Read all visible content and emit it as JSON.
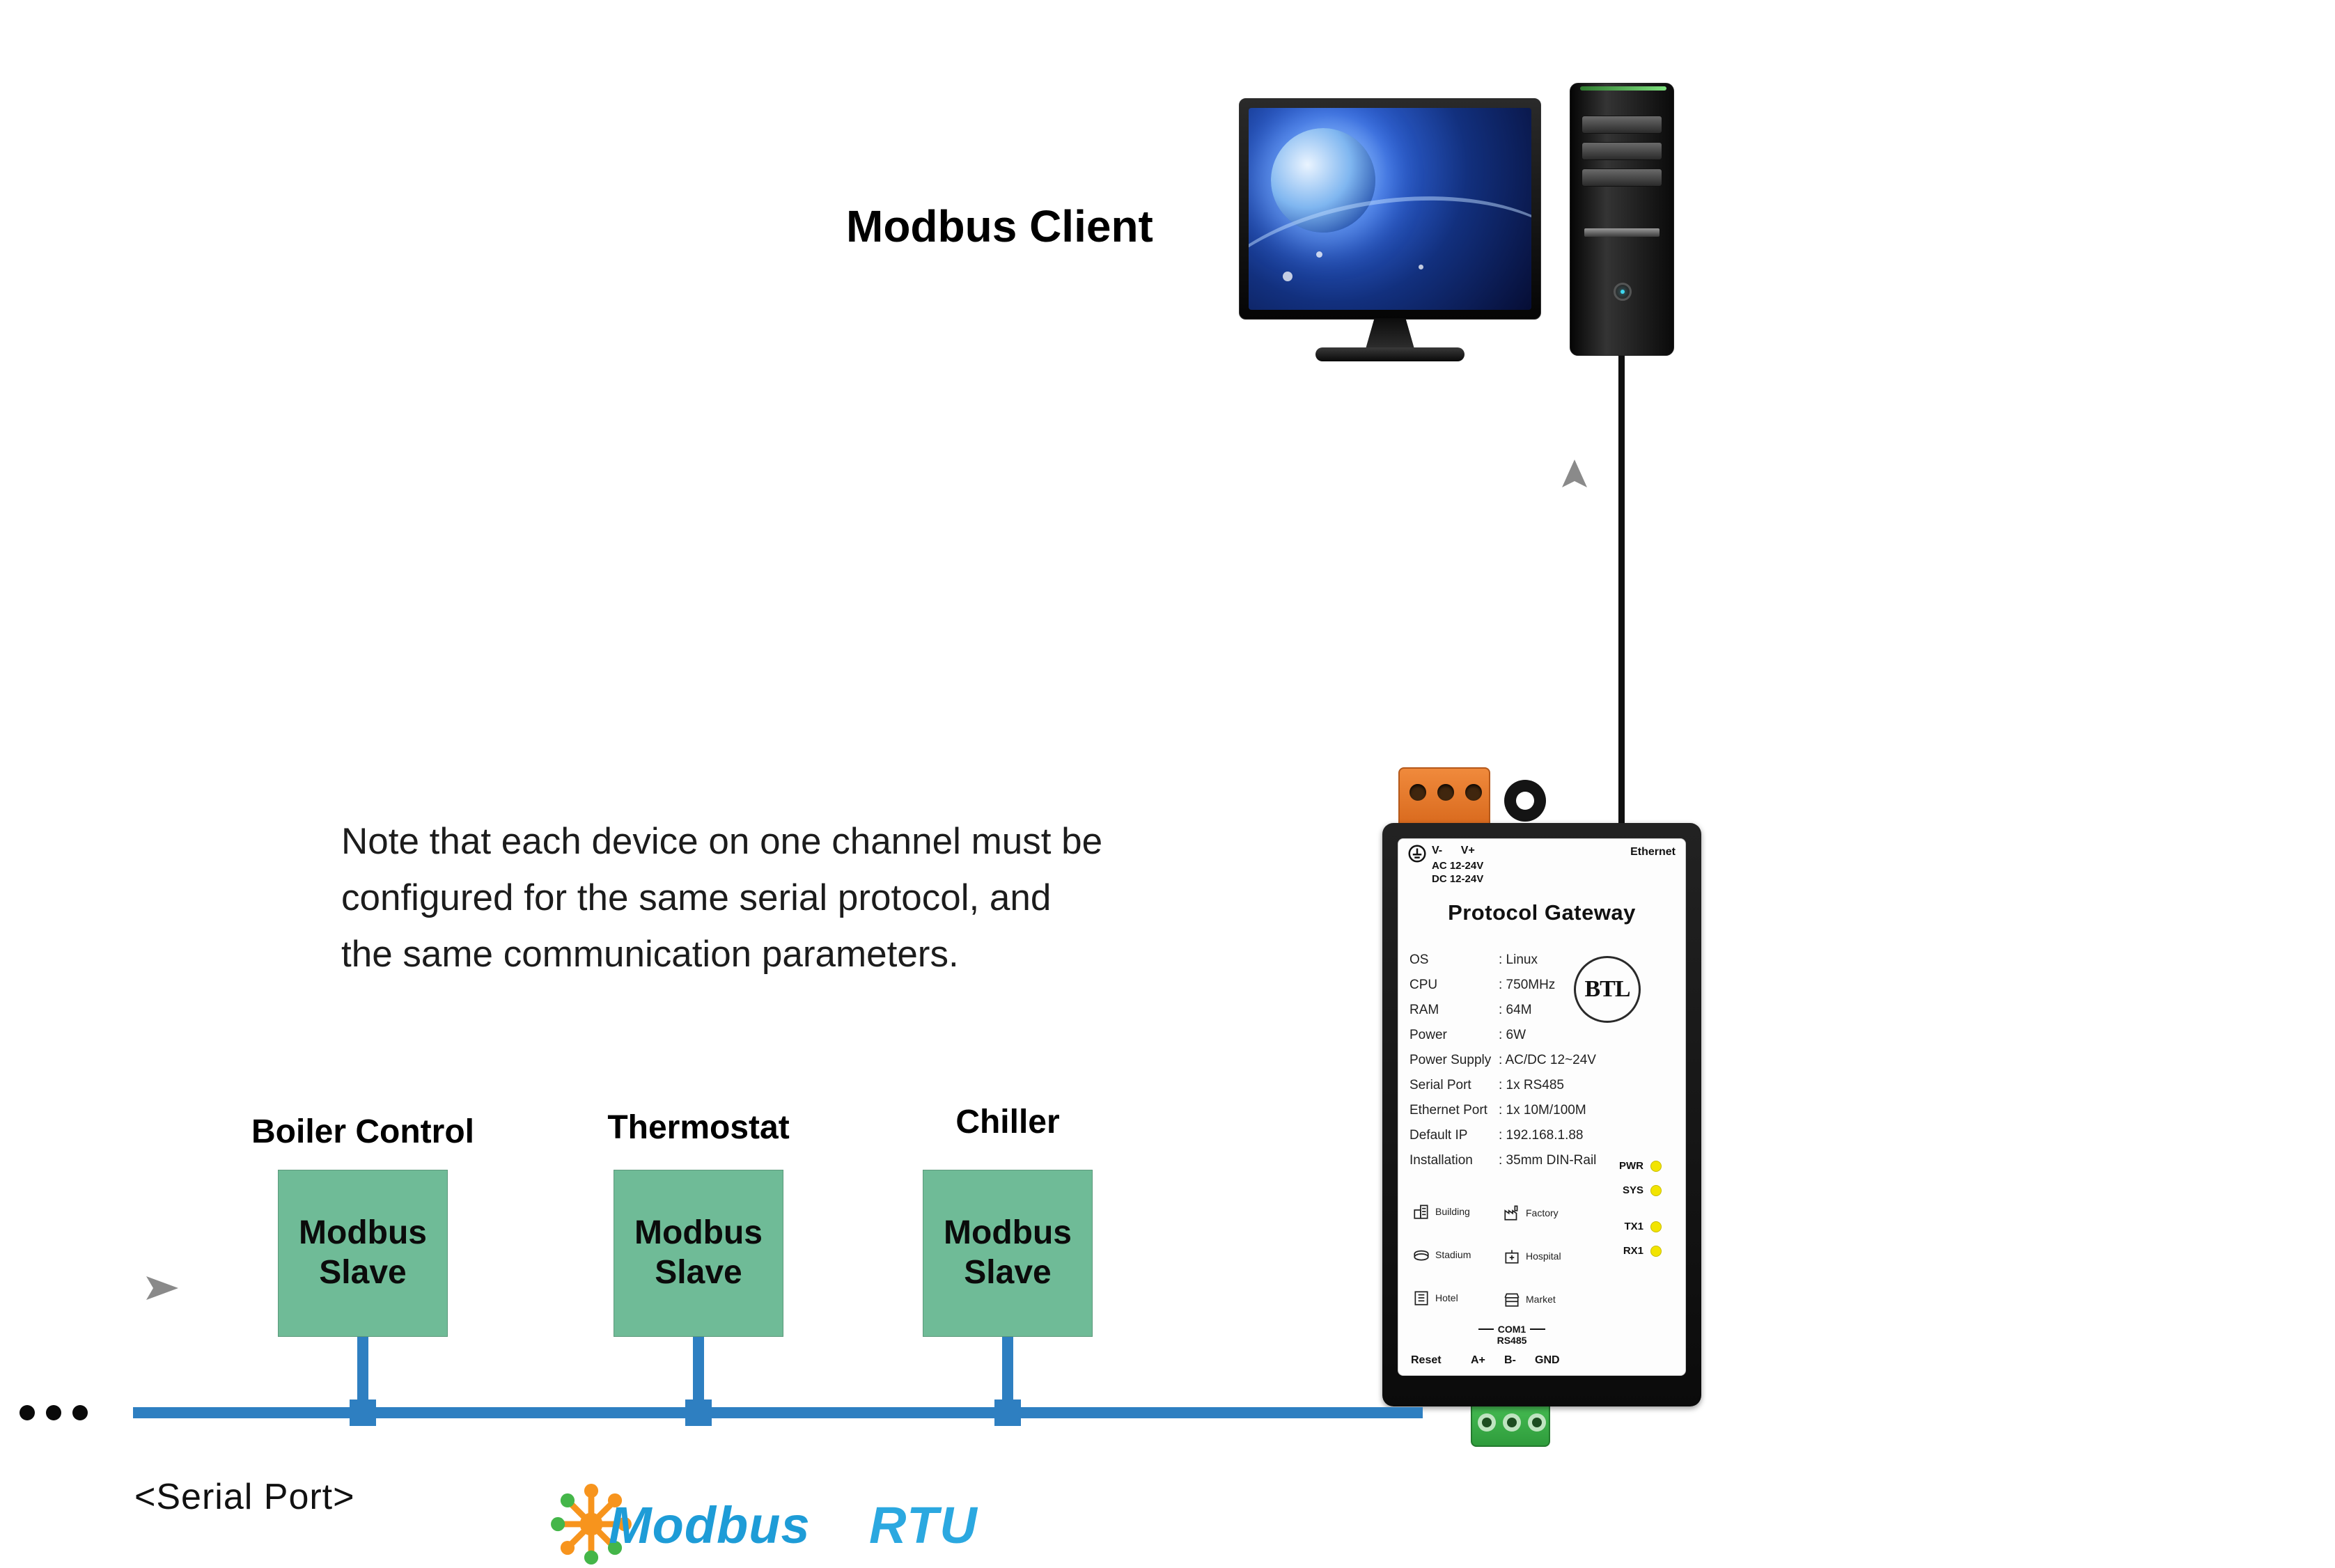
{
  "client": {
    "label": "Modbus Client"
  },
  "note": {
    "lines": [
      "Note that each device on one channel must be",
      "configured for the same serial protocol, and",
      "the same communication parameters."
    ]
  },
  "devices": [
    {
      "title": "Boiler Control",
      "label": "Modbus Slave"
    },
    {
      "title": "Thermostat",
      "label": "Modbus Slave"
    },
    {
      "title": "Chiller",
      "label": "Modbus Slave"
    }
  ],
  "bus": {
    "serial_port_label": "<Serial Port>",
    "dots": "continuation"
  },
  "logo": {
    "modbus": "Modbus",
    "rtu": "RTU"
  },
  "gateway": {
    "terminal_top": "V-      V+",
    "ac": "AC 12-24V",
    "dc": "DC 12-24V",
    "ethernet": "Ethernet",
    "title": "Protocol Gateway",
    "specs": [
      {
        "key": "OS",
        "value": ": Linux"
      },
      {
        "key": "CPU",
        "value": ": 750MHz"
      },
      {
        "key": "RAM",
        "value": ": 64M"
      },
      {
        "key": "Power",
        "value": ": 6W"
      },
      {
        "key": "Power Supply",
        "value": ": AC/DC 12~24V"
      },
      {
        "key": "Serial Port",
        "value": ": 1x RS485"
      },
      {
        "key": "Ethernet Port",
        "value": ": 1x 10M/100M"
      },
      {
        "key": "Default IP",
        "value": ": 192.168.1.88"
      },
      {
        "key": "Installation",
        "value": ": 35mm DIN-Rail"
      }
    ],
    "btl": "BTL",
    "leds": [
      {
        "label": "PWR"
      },
      {
        "label": "SYS"
      },
      {
        "label": "TX1"
      },
      {
        "label": "RX1"
      }
    ],
    "applications": [
      {
        "label": "Building"
      },
      {
        "label": "Factory"
      },
      {
        "label": "Stadium"
      },
      {
        "label": "Hospital"
      },
      {
        "label": "Hotel"
      },
      {
        "label": "Market"
      }
    ],
    "com1": "COM1",
    "rs485": "RS485",
    "reset": "Reset",
    "a_plus": "A+",
    "b_minus": "B-",
    "gnd": "GND"
  },
  "colors": {
    "bus_blue": "#2e7fc1",
    "slave_green": "#6fbb97",
    "led_yellow": "#f2e400",
    "logo_blue": "#1e9cd7",
    "terminal_orange": "#e4762b",
    "terminal_green": "#3cae49"
  }
}
